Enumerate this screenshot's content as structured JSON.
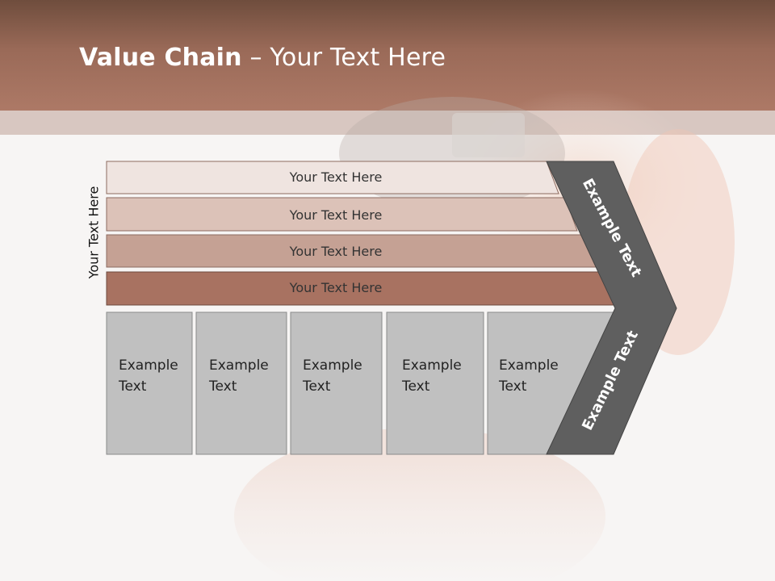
{
  "slide": {
    "title_bold": "Value Chain",
    "title_rest": " – Your Text Here",
    "side_label": "Your Text Here"
  },
  "bars": [
    {
      "label": "Your Text Here",
      "color": "#efe4e0"
    },
    {
      "label": "Your Text Here",
      "color": "#dcc2b8"
    },
    {
      "label": "Your Text Here",
      "color": "#c5a194"
    },
    {
      "label": "Your Text Here",
      "color": "#a87261"
    }
  ],
  "columns": [
    {
      "line1": "Example",
      "line2": "Text"
    },
    {
      "line1": "Example",
      "line2": "Text"
    },
    {
      "line1": "Example",
      "line2": "Text"
    },
    {
      "line1": "Example",
      "line2": "Text"
    },
    {
      "line1": "Example",
      "line2": "Text"
    }
  ],
  "arrow": {
    "upper_label": "Example Text",
    "lower_label": "Example Text",
    "color": "#5f5f5f"
  },
  "colors": {
    "header": "#9a6a58",
    "column_fill": "#c0c0c0"
  }
}
